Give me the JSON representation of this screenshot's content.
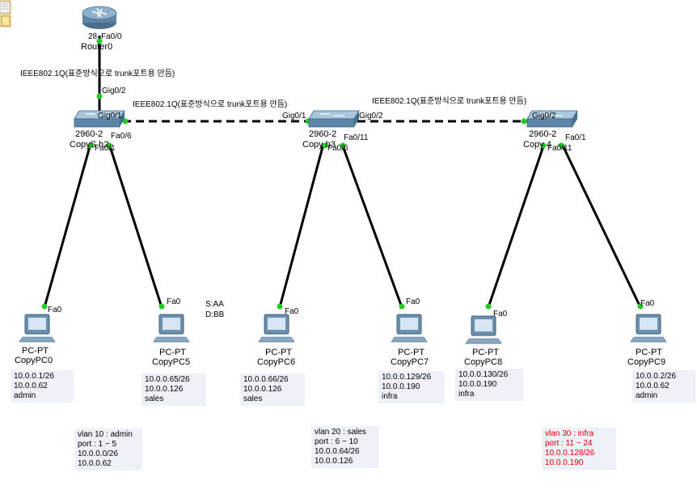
{
  "annotations": {
    "trunk_top": "IEEE802.1Q(표준방식으로 trunk포트용 만듬)",
    "trunk_mid1": "IEEE802.1Q(표준방식으로 trunk포트용 만듬)",
    "trunk_mid2": "IEEE802.1Q(표준방식으로 trunk포트용 만듬)",
    "sa": "S:AA",
    "da": "D:BB"
  },
  "router": {
    "model": "28",
    "name": "Router0",
    "port": "Fa0/0"
  },
  "switches": [
    {
      "model": "2960-2",
      "name": "CopyS  h2",
      "ports": [
        "Gig0/2",
        "Gig0/1",
        "Fa0/6",
        "Fa0/1"
      ]
    },
    {
      "model": "2960-2",
      "name": "Copy   h3",
      "ports": [
        "Gig0/1",
        "Gig0/2",
        "Fa0/11",
        "Fa0/6"
      ]
    },
    {
      "model": "2960-2",
      "name": "Copy   4",
      "ports": [
        "Gig0/2",
        "Fa0/1",
        "Fa0/11"
      ]
    }
  ],
  "pcs": [
    {
      "type": "PC-PT",
      "name": "CopyPC0",
      "port": "Fa0",
      "ip": "10.0.0.1/26",
      "gw": "10.0.0.62",
      "vlan": "admin"
    },
    {
      "type": "PC-PT",
      "name": "CopyPC5",
      "port": "Fa0",
      "ip": "10.0.0.65/26",
      "gw": "10.0.0.126",
      "vlan": "sales"
    },
    {
      "type": "PC-PT",
      "name": "CopyPC6",
      "port": "Fa0",
      "ip": "10.0.0.66/26",
      "gw": "10.0.0.126",
      "vlan": "sales"
    },
    {
      "type": "PC-PT",
      "name": "CopyPC7",
      "port": "Fa0",
      "ip": "10.0.0.129/26",
      "gw": "10.0.0.190",
      "vlan": "infra"
    },
    {
      "type": "PC-PT",
      "name": "CopyPC8",
      "port": "Fa0",
      "ip": "10.0.0.130/26",
      "gw": "10.0.0.190",
      "vlan": "infra"
    },
    {
      "type": "PC-PT",
      "name": "CopyPC9",
      "port": "Fa0",
      "ip": "10.0.0.2/26",
      "gw": "10.0.0.62",
      "vlan": "admin"
    }
  ],
  "vlan_notes": [
    {
      "title": "vlan 10 : admin",
      "ports": "port : 1 ~ 5",
      "net": "10.0.0.0/26",
      "gw": "10.0.0.62"
    },
    {
      "title": "vlan 20 : sales",
      "ports": "port : 6 ~ 10",
      "net": "10.0.0.64/26",
      "gw": "10.0.0.126"
    },
    {
      "title": "vlan 30 : infra",
      "ports": "port : 11 ~ 24",
      "net": "10.0.0.128/26",
      "gw": "10.0.0.190"
    }
  ],
  "colors": {
    "link": "#000000",
    "port_dot": "#22cc22",
    "note_bg": "#eef1f7",
    "highlight_note": "#e00000"
  }
}
